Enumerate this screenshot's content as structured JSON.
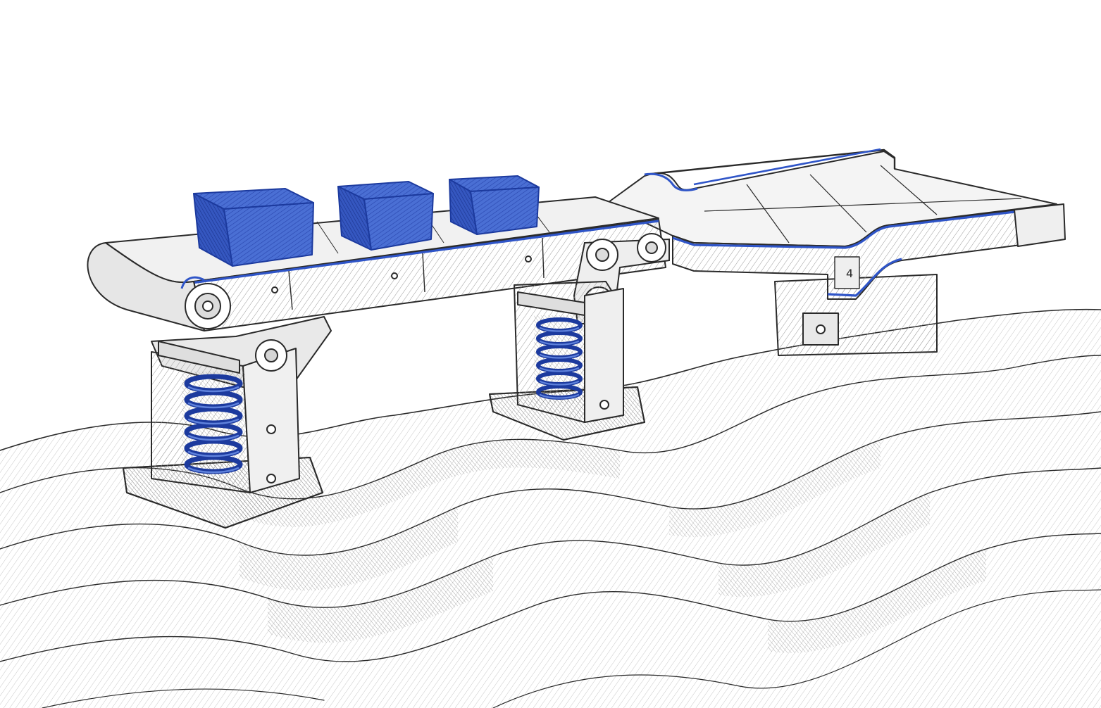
{
  "colors": {
    "paper": "#ffffff",
    "ink": "#2a2a2a",
    "ink_light": "#8a8a8a",
    "hatch": "#b5b5b5",
    "accent_blue": "#2f55c8",
    "accent_blue_dark": "#1c3a9e",
    "accent_blue_light": "#5f82dc"
  },
  "scene": {
    "style": "pencil sketch with blue accents",
    "objects": [
      "conveyor-belt",
      "curved-conveyor-section",
      "blue-boxes",
      "coil-springs",
      "support-legs",
      "wavy-ground"
    ],
    "box_count": 3,
    "spring_count": 2
  }
}
